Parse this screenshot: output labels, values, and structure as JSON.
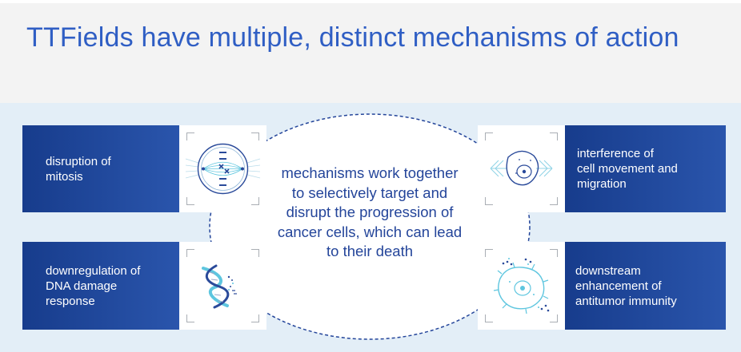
{
  "header": {
    "title": "TTFields have multiple, distinct mechanisms of action"
  },
  "center": {
    "text": "mechanisms work together to selectively target and disrupt the progression of cancer cells, which can lead to their death"
  },
  "mechanisms": [
    {
      "label": "disruption of\nmitosis",
      "icon": "mitosis-spindle-icon"
    },
    {
      "label": "interference of\ncell movement and\nmigration",
      "icon": "cell-migration-icon"
    },
    {
      "label": "downregulation of\nDNA damage\nresponse",
      "icon": "dna-helix-icon"
    },
    {
      "label": "downstream\nenhancement of\nantitumor immunity",
      "icon": "immune-cell-icon"
    }
  ],
  "colors": {
    "title": "#2f5ec4",
    "label_gradient_start": "#173c8c",
    "label_gradient_end": "#2a55ac",
    "panel_background": "#e3eef7",
    "header_background": "#f3f3f3",
    "icon_dark_blue": "#2a4a9a",
    "icon_cyan": "#5ec6df"
  }
}
